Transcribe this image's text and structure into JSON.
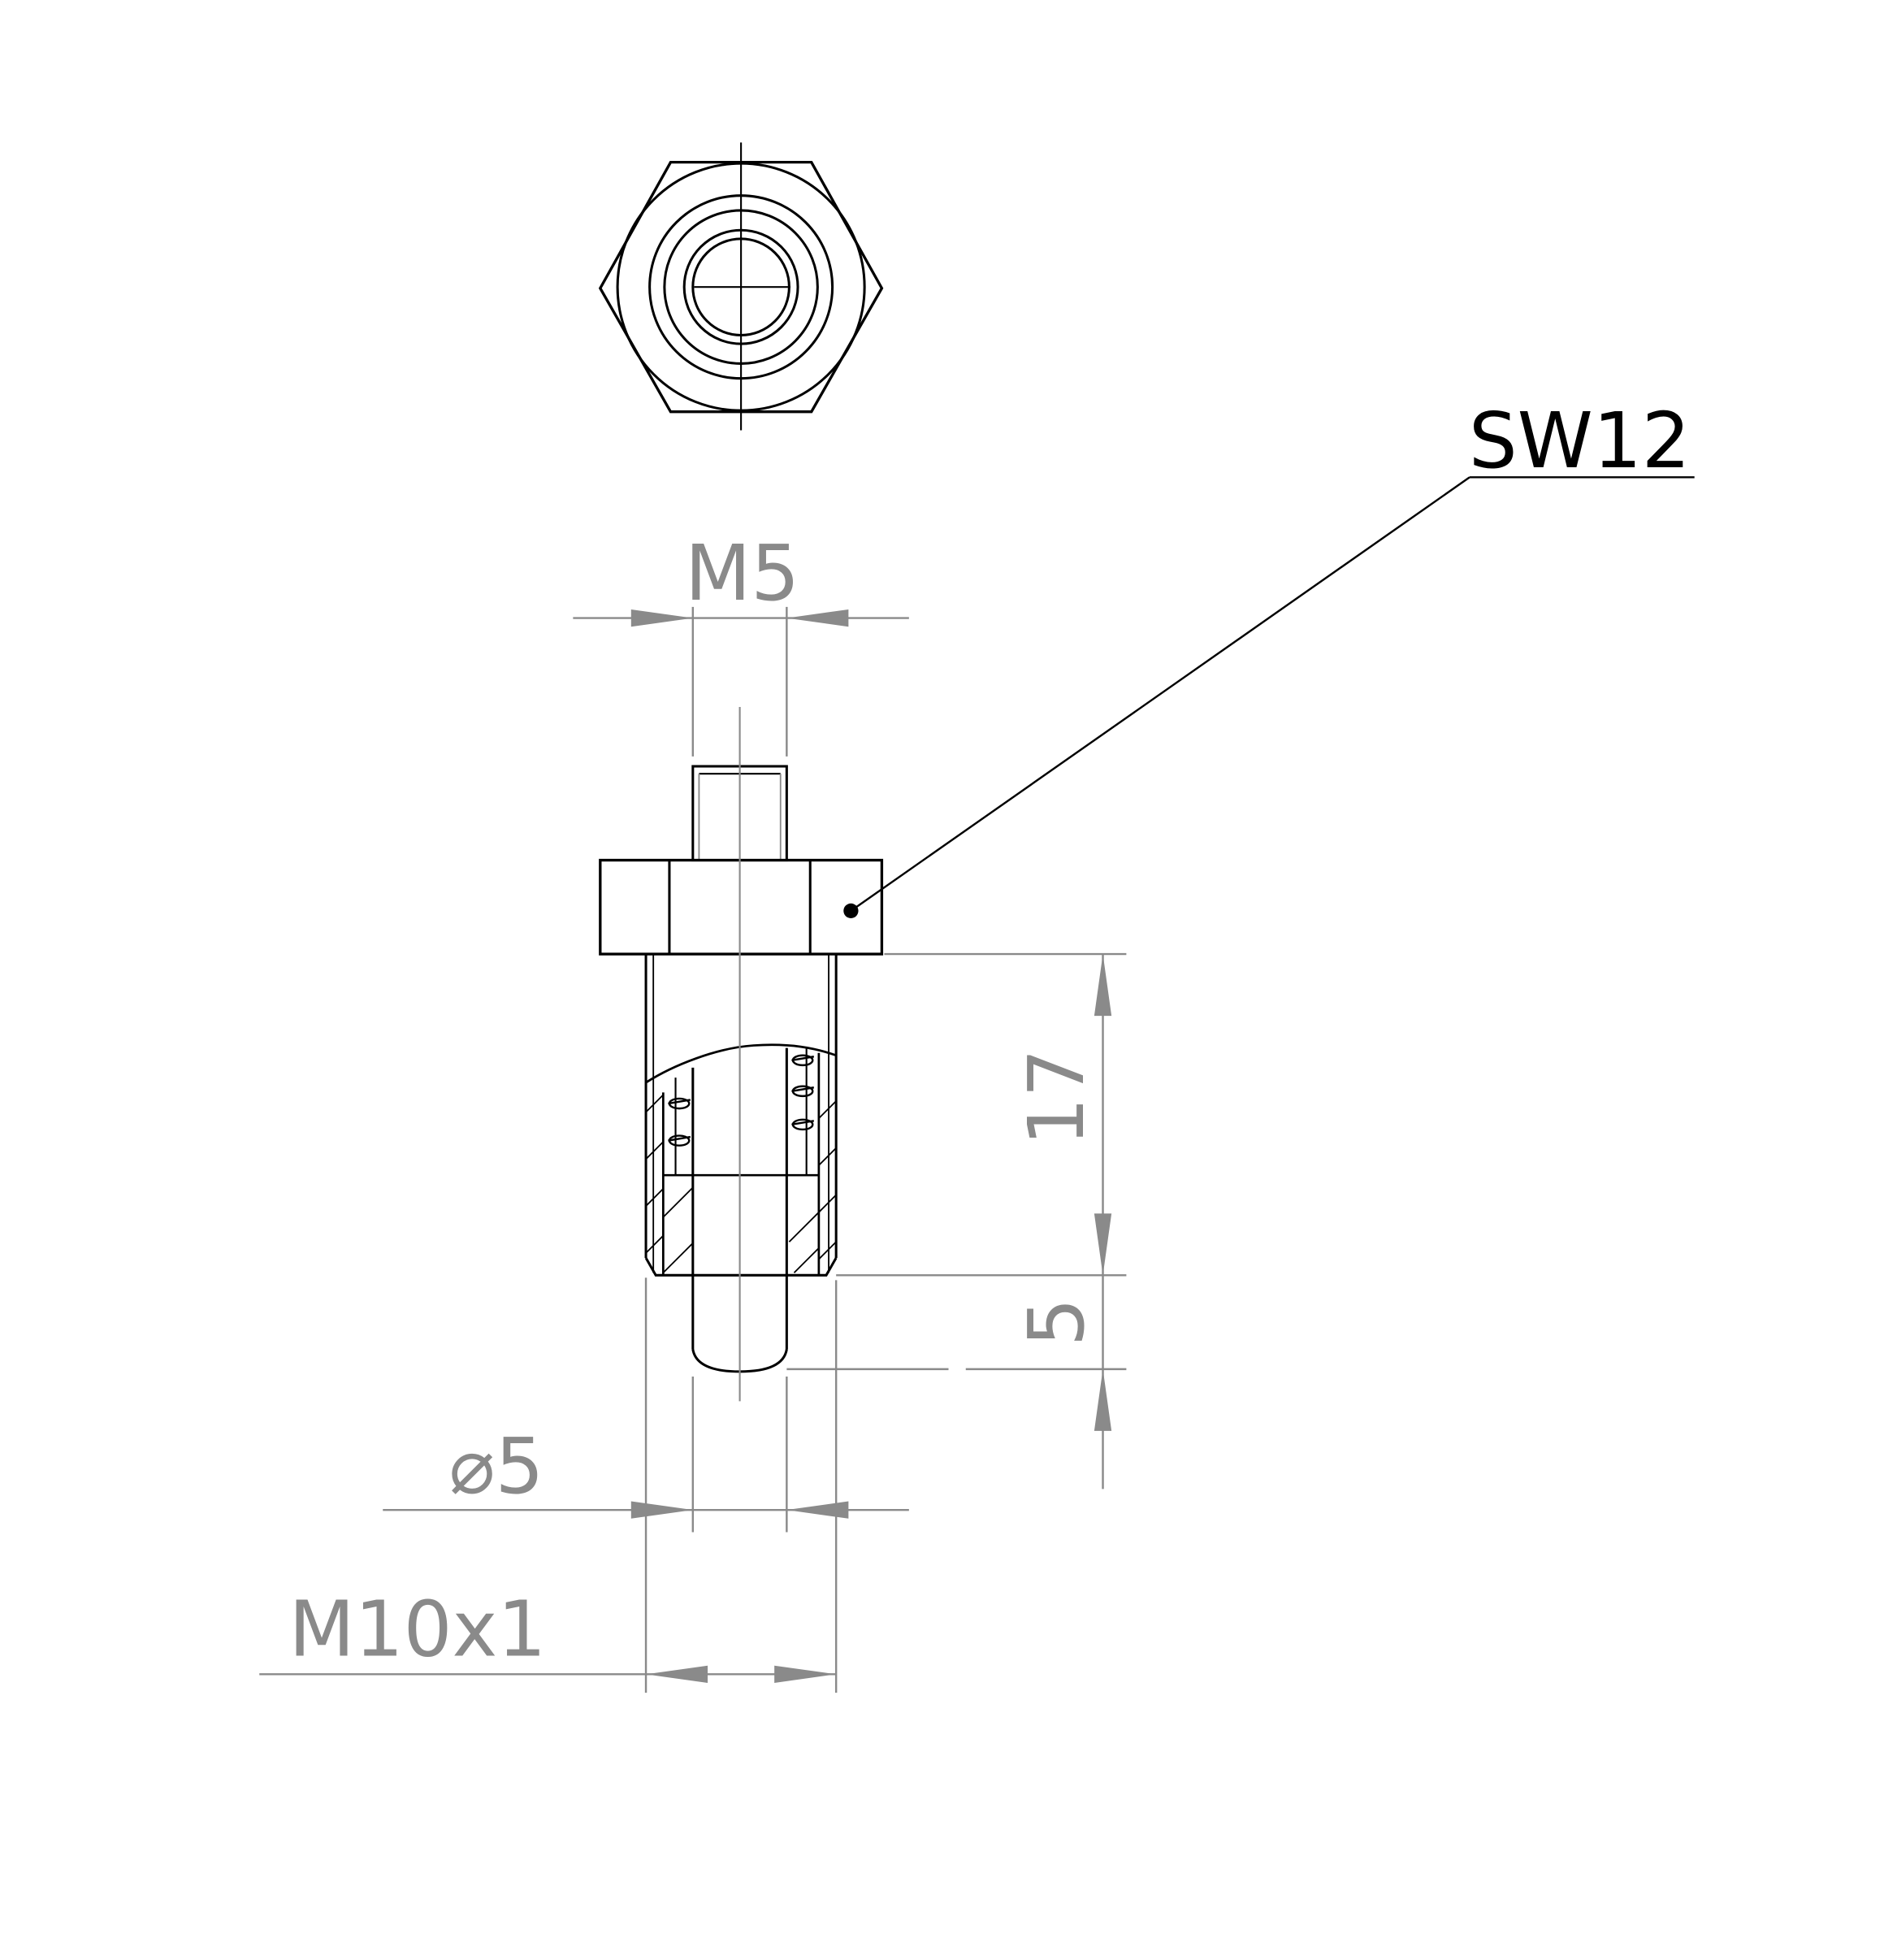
{
  "callout": {
    "label": "SW12"
  },
  "dimensions": {
    "thread_top": "M5",
    "length_body": "17",
    "length_plunger": "5",
    "diameter_plunger": "⌀5",
    "thread_body": "M10x1"
  },
  "colors": {
    "outline": "#000000",
    "dimension": "#8a8a8a",
    "background": "#ffffff"
  }
}
